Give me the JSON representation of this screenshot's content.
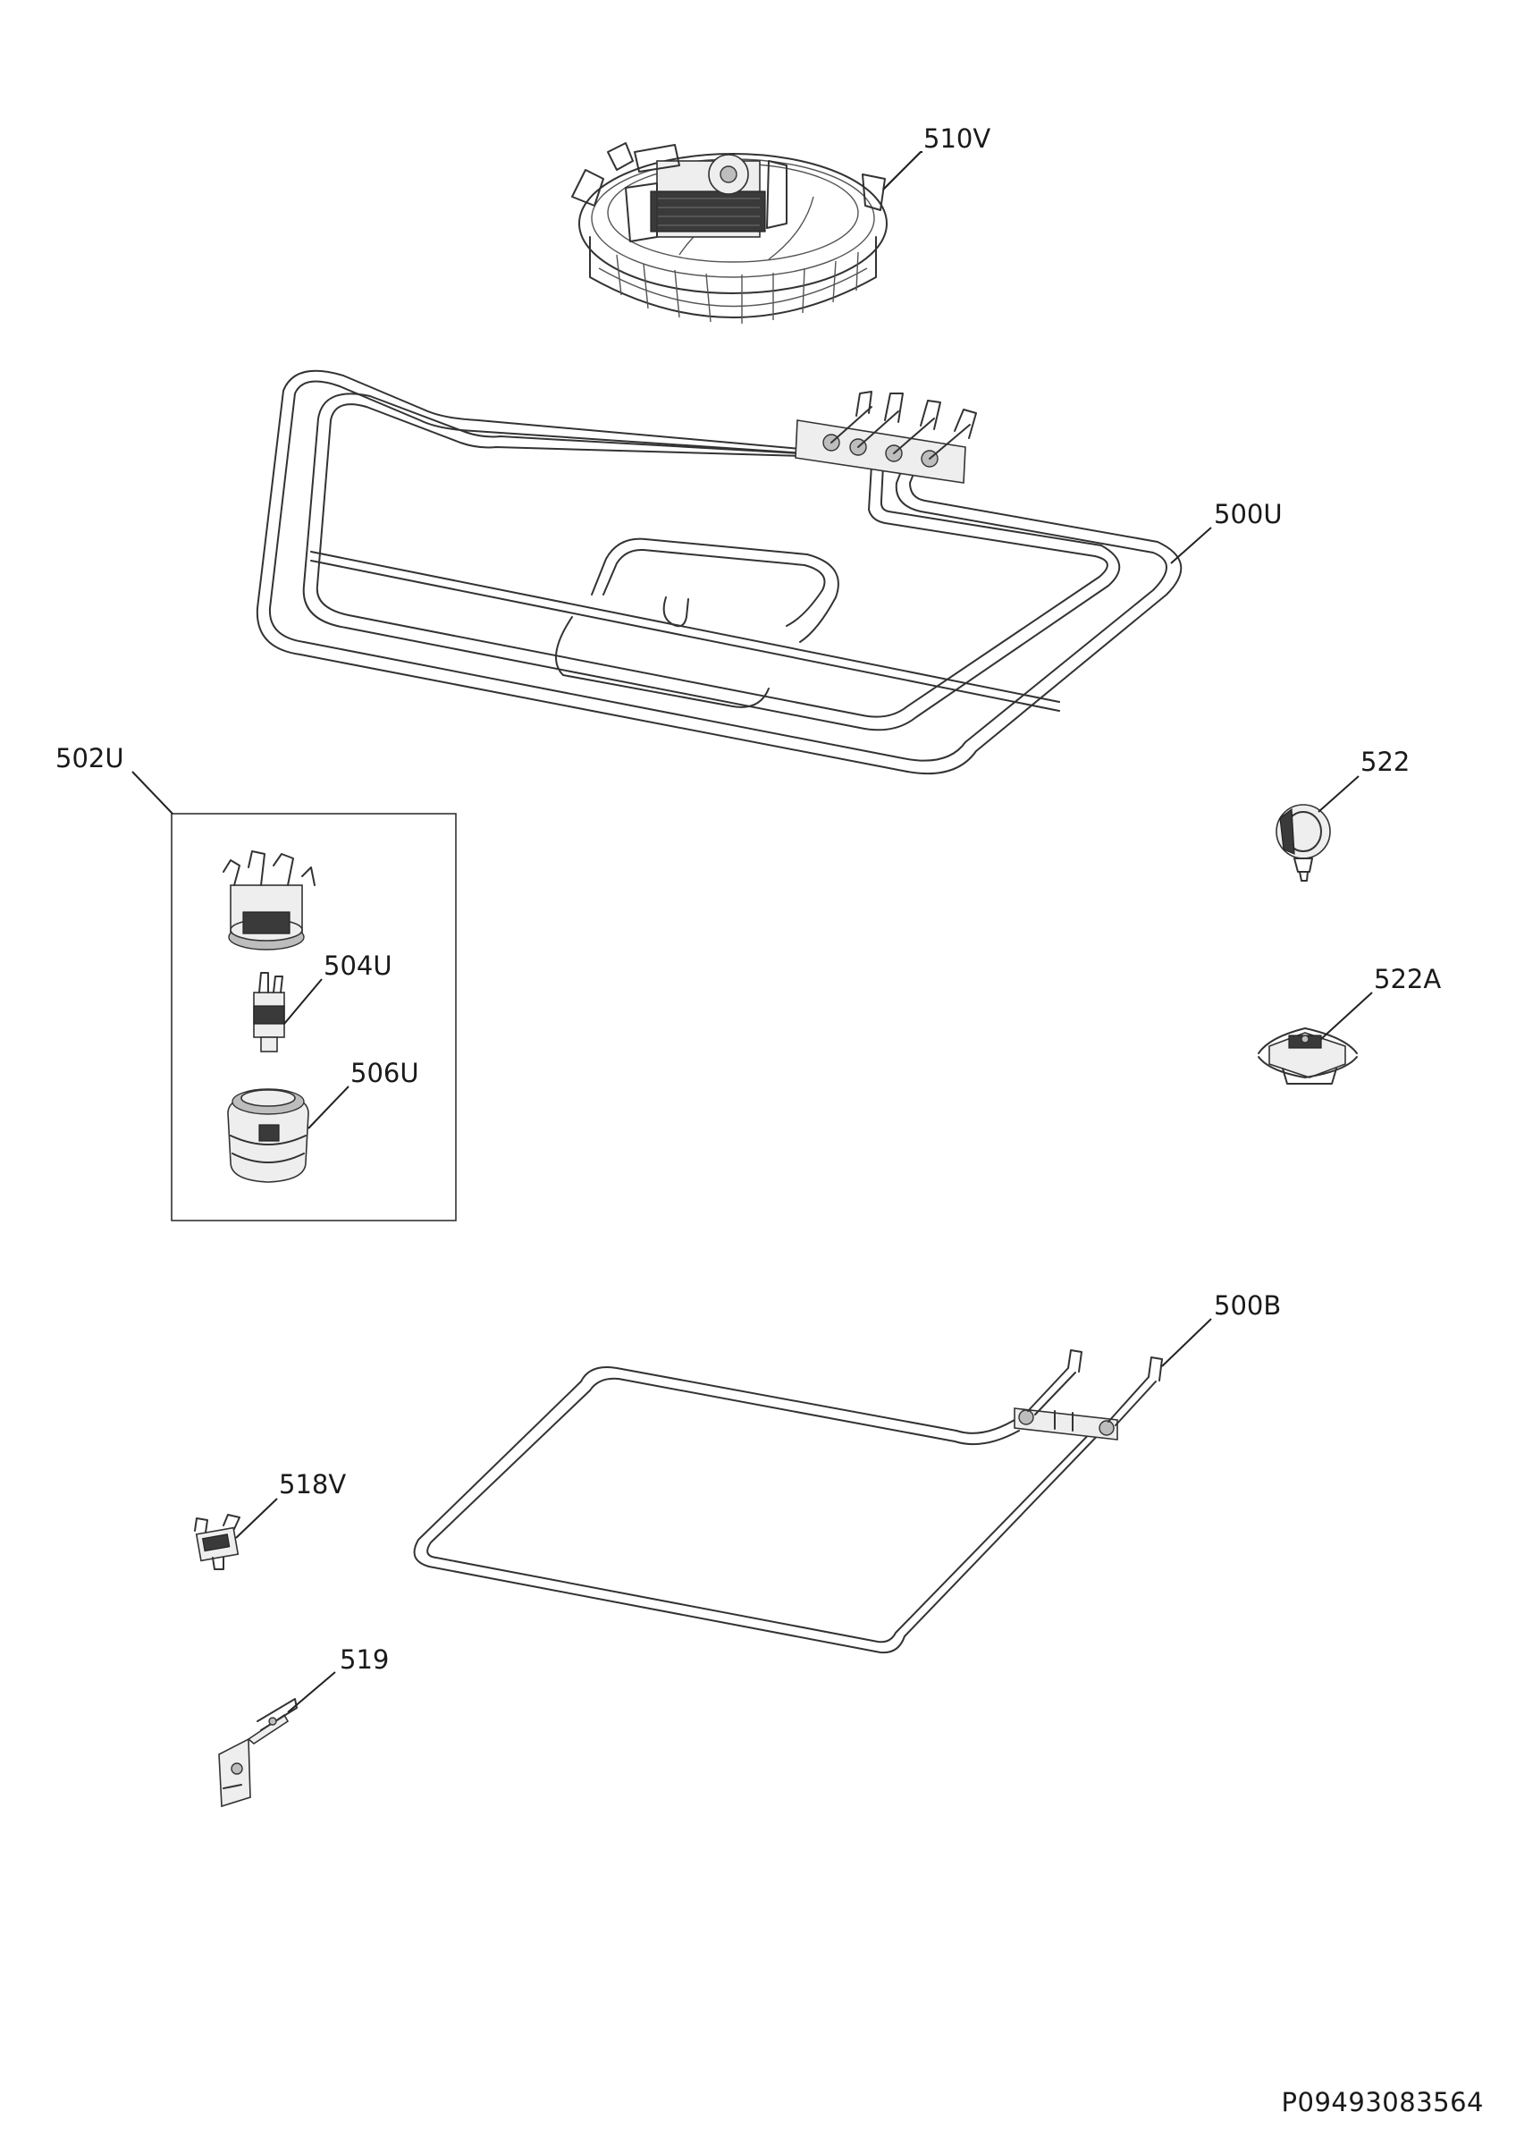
{
  "labels": {
    "fan_motor": "510V",
    "upper_element": "500U",
    "thermostat_group": "502U",
    "lamp_holder": "504U",
    "lamp_cover": "506U",
    "clip": "522",
    "clip_alt": "522A",
    "lower_element": "500B",
    "thermal_cutout": "518V",
    "bracket": "519"
  },
  "drawing_code": "P09493083564"
}
